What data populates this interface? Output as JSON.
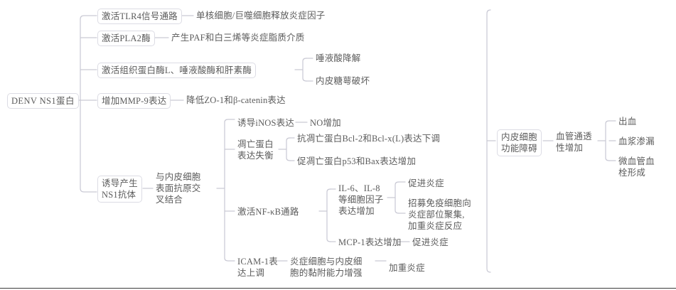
{
  "diagram": {
    "type": "mind-map",
    "title_node": "DENV NS1蛋白",
    "colors": {
      "text": "#5b5b5b",
      "line": "#c9c9d4",
      "box_border": "#dcdce4",
      "background": "#ffffff"
    },
    "nodes": {
      "root": "DENV  NS1蛋白",
      "b1": "激活TLR4信号通路",
      "b1a": "单核细胞/巨噬细胞释放炎症因子",
      "b2": "激活PLA2酶",
      "b2a": "产生PAF和白三烯等炎症脂质介质",
      "b3": "激活组织蛋白酶L、唾液酸酶和肝素酶",
      "b3a": "唾液酸降解",
      "b3b": "内皮糖萼破坏",
      "b4": "增加MMP-9表达",
      "b4a": "降低ZO-1和β-catenin表达",
      "b5": "诱导产生\nNS1抗体",
      "b5a": "与内皮细胞\n表面抗原交\n叉结合",
      "c1": "诱导iNOS表达",
      "c1a": "NO增加",
      "c2": "凋亡蛋白\n表达失衡",
      "c2a": "抗凋亡蛋白Bcl-2和Bcl-x(L)表达下调",
      "c2b": "促凋亡蛋白p53和Bax表达增加",
      "c3": "激活NF-κB通路",
      "c3a": "IL-6、IL-8\n等细胞因子\n表达增加",
      "c3a1": "促进炎症",
      "c3a2": "招募免疫细胞向\n炎症部位聚集,\n加重炎症反应",
      "c3b": "MCP-1表达增加",
      "c3b1": "促进炎症",
      "c4": "ICAM-1表\n达上调",
      "c4a": "炎症细胞与内皮细\n胞的黏附能力增强",
      "c4b": "加重炎症",
      "d1": "内皮细胞\n功能障碍",
      "d2": "血管通透\n性增加",
      "e1": "出血",
      "e2": "血浆渗漏",
      "e3": "微血管血\n栓形成"
    }
  }
}
